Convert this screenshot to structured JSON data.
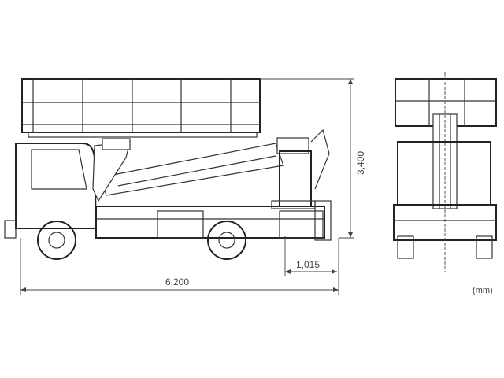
{
  "dimensions": {
    "overall_length": "6,200",
    "overall_height": "3,400",
    "rear_overhang": "1,015",
    "unit": "(mm)"
  }
}
